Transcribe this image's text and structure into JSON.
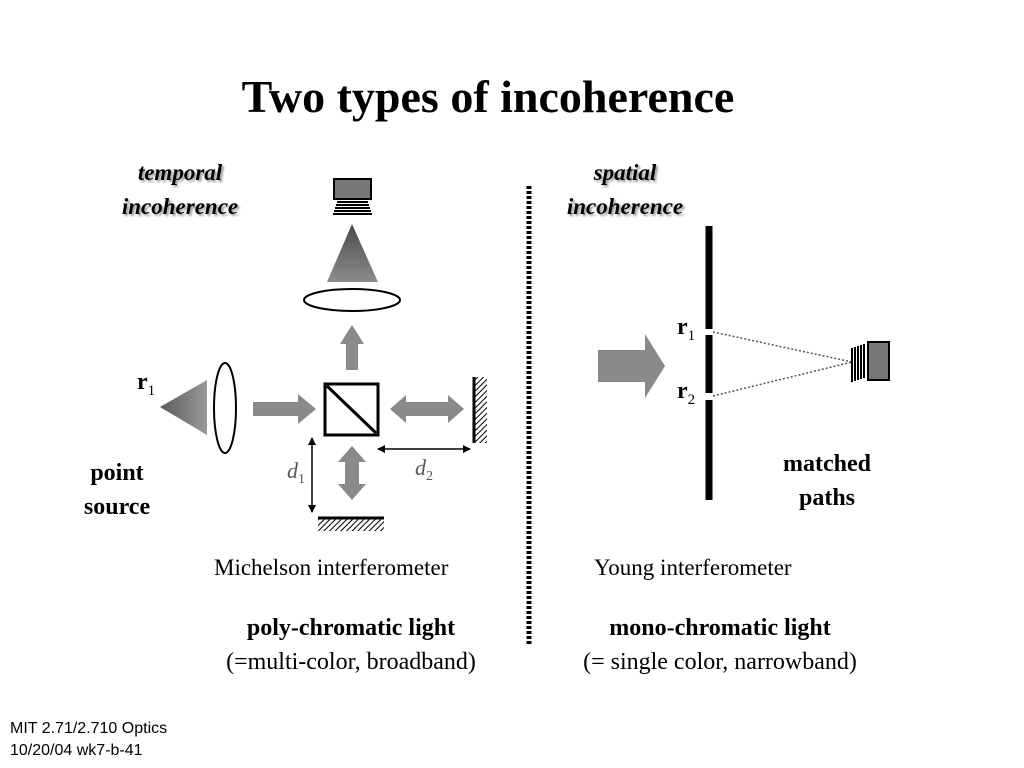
{
  "title": "Two types of incoherence",
  "left_panel": {
    "heading_line1": "temporal",
    "heading_line2": "incoherence",
    "source_label_base": "r",
    "source_label_sub": "1",
    "point_source_line1": "point",
    "point_source_line2": "source",
    "d1_base": "d",
    "d1_sub": "1",
    "d2_base": "d",
    "d2_sub": "2",
    "caption": "Michelson interferometer",
    "light_type": "poly-chromatic light",
    "light_desc": "(=multi-color, broadband)"
  },
  "right_panel": {
    "heading_line1": "spatial",
    "heading_line2": "incoherence",
    "r1_base": "r",
    "r1_sub": "1",
    "r2_base": "r",
    "r2_sub": "2",
    "matched_line1": "matched",
    "matched_line2": "paths",
    "caption": "Young interferometer",
    "light_type": "mono-chromatic light",
    "light_desc": "(= single color, narrowband)"
  },
  "footer": {
    "line1": "MIT 2.71/2.710 Optics",
    "line2": "10/20/04 wk7-b-41"
  }
}
